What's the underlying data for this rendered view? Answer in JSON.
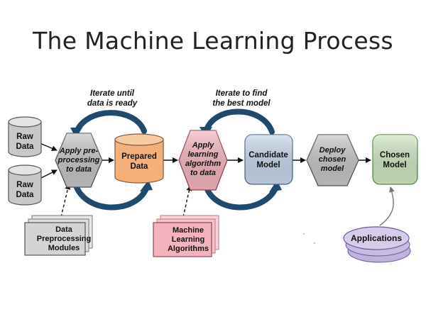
{
  "title": "The Machine Learning Process",
  "loop_labels": {
    "data_ready": [
      "Iterate until",
      "data is ready"
    ],
    "best_model": [
      "Iterate to find",
      "the best model"
    ]
  },
  "nodes": {
    "raw_data_1": [
      "Raw",
      "Data"
    ],
    "raw_data_2": [
      "Raw",
      "Data"
    ],
    "preprocess": [
      "Apply pre-",
      "processing",
      "to data"
    ],
    "prepared_data": [
      "Prepared",
      "Data"
    ],
    "apply_learning": [
      "Apply",
      "learning",
      "algorithm",
      "to data"
    ],
    "candidate_model": [
      "Candidate",
      "Model"
    ],
    "deploy": [
      "Deploy",
      "chosen",
      "model"
    ],
    "chosen_model": [
      "Chosen",
      "Model"
    ],
    "preprocessing_modules": [
      "Data",
      "Preprocessing",
      "Modules"
    ],
    "ml_algorithms": [
      "Machine",
      "Learning",
      "Algorithms"
    ],
    "applications": "Applications"
  },
  "colors": {
    "cylinder_gray": "#c8c8c8",
    "hex_gray": "#c4c4c4",
    "prepared_orange": "#f5b079",
    "learning_pink": "#f4b3bc",
    "candidate_blue": "#c6d6ea",
    "chosen_green": "#cde6c0",
    "applications_purple": "#cfc4e6",
    "loop_arrow_navy": "#1f4a6e"
  }
}
